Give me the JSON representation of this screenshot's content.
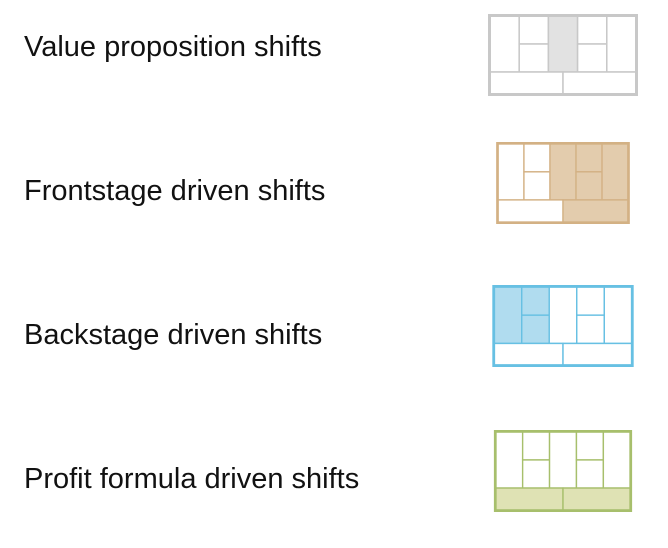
{
  "legend": {
    "rows": [
      {
        "label": "Value proposition shifts",
        "icon": "business-model-canvas-value-proposition-highlight-icon",
        "color": "#c8c8c8",
        "fill": "#e2e2e2",
        "highlighted_blocks": [
          "value-propositions"
        ]
      },
      {
        "label": "Frontstage driven shifts",
        "icon": "business-model-canvas-frontstage-highlight-icon",
        "color": "#d3b184",
        "fill": "#e3ccad",
        "highlighted_blocks": [
          "value-propositions",
          "customer-relationships",
          "channels",
          "customer-segments",
          "revenue-streams"
        ]
      },
      {
        "label": "Backstage driven shifts",
        "icon": "business-model-canvas-backstage-highlight-icon",
        "color": "#67c0e3",
        "fill": "#b0dcef",
        "highlighted_blocks": [
          "key-partners",
          "key-activities",
          "key-resources"
        ]
      },
      {
        "label": "Profit formula driven shifts",
        "icon": "business-model-canvas-profit-formula-highlight-icon",
        "color": "#a7bf6c",
        "fill": "#dfe2b4",
        "highlighted_blocks": [
          "cost-structure",
          "revenue-streams"
        ]
      }
    ]
  }
}
